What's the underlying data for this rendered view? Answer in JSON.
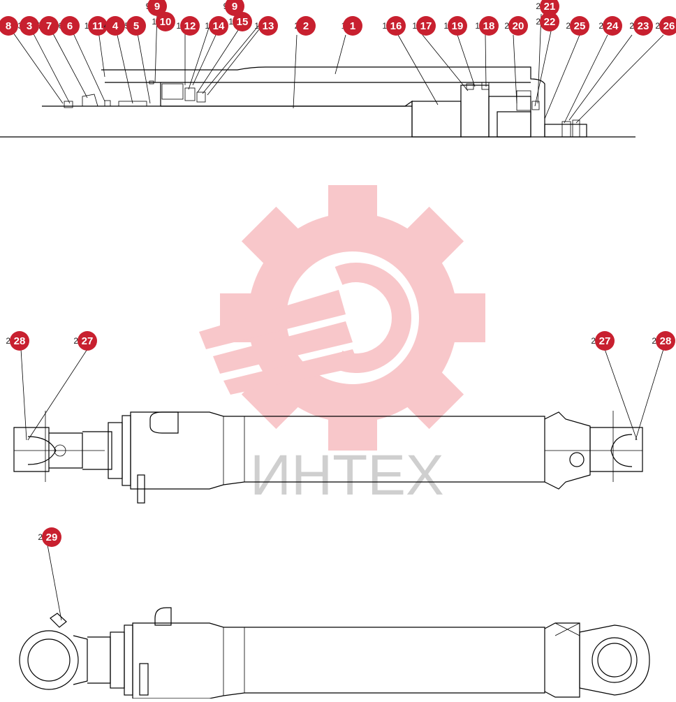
{
  "watermark": {
    "text": "ИНТЕХ",
    "color": "#f6b9bb"
  },
  "colors": {
    "callout": "#c8202f",
    "callout_text": "#ffffff",
    "line": "#000000"
  },
  "callouts_section": [
    {
      "n": "8"
    },
    {
      "n": "3"
    },
    {
      "n": "7"
    },
    {
      "n": "6"
    },
    {
      "n": "11"
    },
    {
      "n": "4"
    },
    {
      "n": "5"
    },
    {
      "n": "9"
    },
    {
      "n": "10"
    },
    {
      "n": "12"
    },
    {
      "n": "14"
    },
    {
      "n": "9"
    },
    {
      "n": "15"
    },
    {
      "n": "13"
    },
    {
      "n": "2"
    },
    {
      "n": "1"
    },
    {
      "n": "16"
    },
    {
      "n": "17"
    },
    {
      "n": "19"
    },
    {
      "n": "18"
    },
    {
      "n": "20"
    },
    {
      "n": "21"
    },
    {
      "n": "22"
    },
    {
      "n": "25"
    },
    {
      "n": "24"
    },
    {
      "n": "23"
    },
    {
      "n": "26"
    }
  ],
  "callouts_view1": [
    {
      "n": "28"
    },
    {
      "n": "27"
    },
    {
      "n": "27"
    },
    {
      "n": "28"
    }
  ],
  "callouts_view2": [
    {
      "n": "29"
    }
  ]
}
